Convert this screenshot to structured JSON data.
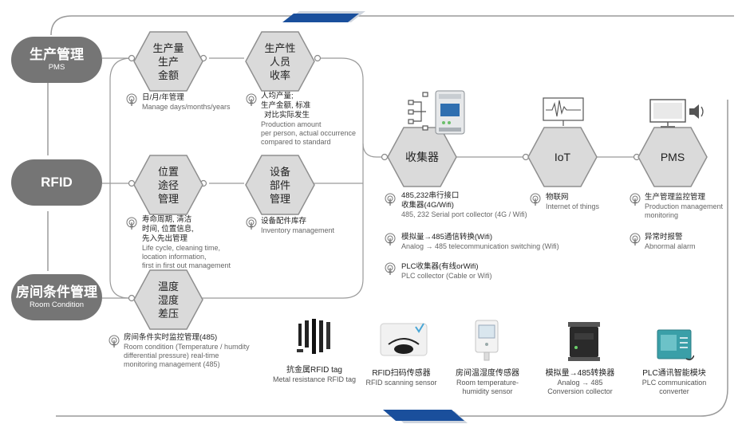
{
  "pills": {
    "pms": {
      "title": "生产管理",
      "sub": "PMS"
    },
    "rfid": {
      "title": "RFID",
      "sub": ""
    },
    "room": {
      "title": "房间条件管理",
      "sub": "Room Condition"
    }
  },
  "hex": {
    "prod_amount": [
      "生产量",
      "生产",
      "金额"
    ],
    "per_person": [
      "生产性",
      "人员",
      "收率"
    ],
    "location": [
      "位置",
      "途径",
      "管理"
    ],
    "parts": [
      "设备",
      "部件",
      "管理"
    ],
    "temp": [
      "温度",
      "湿度",
      "差压"
    ],
    "collector": "收集器",
    "iot": "IoT",
    "pms": "PMS"
  },
  "notes": {
    "n1": {
      "cn": [
        "日/月/年管理"
      ],
      "en": [
        "Manage days/months/years"
      ]
    },
    "n2": {
      "cn": [
        "人均产量;",
        "生产金额, 标准",
        "对比实际发生"
      ],
      "en": [
        "Production amount",
        "per person, actual occurrence",
        "compared to standard"
      ]
    },
    "n3": {
      "cn": [
        "寿命周期, 清洁",
        "时间, 位置信息,",
        "先入先出管理"
      ],
      "en": [
        "Life cycle, cleaning time,",
        "location information,",
        "first in first out management"
      ]
    },
    "n4": {
      "cn": [
        "设备配件库存"
      ],
      "en": [
        "Inventory management"
      ]
    },
    "n5": {
      "cn": [
        "房间条件实时监控管理(485)"
      ],
      "en": [
        "Room condition (Temperature / humdity",
        "differential pressure) real-time",
        "monitoring management (485)"
      ]
    },
    "n6": {
      "cn": [
        "485,232串行接口",
        "收集器(4G/Wifi)"
      ],
      "en": [
        "485, 232 Serial port collector (4G / Wifi)"
      ]
    },
    "n7": {
      "cn": [
        "模拟量→485通信转换(Wifi)"
      ],
      "en": [
        "Analog → 485 telecommunication switching (Wifi)"
      ]
    },
    "n8": {
      "cn": [
        "PLC收集器(有线orWifi)"
      ],
      "en": [
        "PLC collector (Cable or Wifi)"
      ]
    },
    "n9": {
      "cn": [
        "物联网"
      ],
      "en": [
        "Internet of things"
      ]
    },
    "n10": {
      "cn": [
        "生产管理监控管理"
      ],
      "en": [
        "Production management",
        "monitoring"
      ]
    },
    "n11": {
      "cn": [
        "异常时报警"
      ],
      "en": [
        "Abnormal alarm"
      ]
    }
  },
  "products": [
    {
      "cn": "抗金属RFID tag",
      "en": [
        "Metal resistance RFID tag"
      ]
    },
    {
      "cn": "RFID扫码传感器",
      "en": [
        "RFID scanning sensor"
      ]
    },
    {
      "cn": "房间温湿度传感器",
      "en": [
        "Room temperature-",
        "humidity sensor"
      ]
    },
    {
      "cn": "模拟量→485转换器",
      "en": [
        "Analog → 485",
        "Conversion collector"
      ]
    },
    {
      "cn": "PLC通讯智能模块",
      "en": [
        "PLC communication",
        "converter"
      ]
    }
  ],
  "colors": {
    "accent": "#1a4f9c",
    "pill": "#757575",
    "hex_fill": "#dadada",
    "line": "#9a9a9a"
  }
}
